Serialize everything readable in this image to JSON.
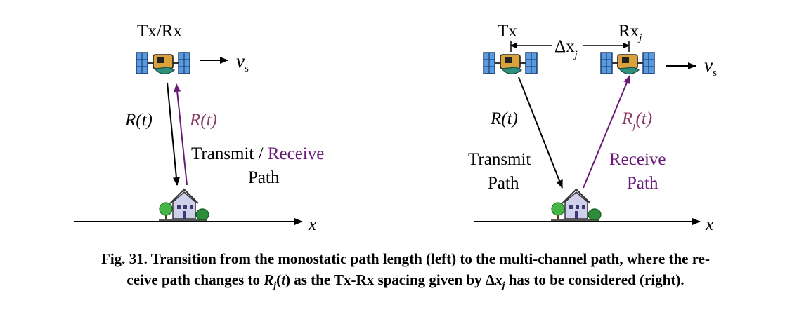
{
  "left_panel": {
    "node_label": "Tx/Rx",
    "velocity_label": "v",
    "velocity_sub": "s",
    "down_path_label": "R(t)",
    "up_path_label": "R(t)",
    "path_label_transmit": "Transmit / ",
    "path_label_receive": "Receive",
    "path_label_line2": "Path",
    "axis_label": "x"
  },
  "right_panel": {
    "tx_label": "Tx",
    "rx_label": "Rx",
    "rx_sub": "j",
    "spacing_label": "Δx",
    "spacing_sub": "j",
    "velocity_label": "v",
    "velocity_sub": "s",
    "transmit_range_label": "R(t)",
    "receive_range_label": "R",
    "receive_range_sub": "j",
    "receive_range_arg": "(t)",
    "transmit_path_line1": "Transmit",
    "transmit_path_line2": "Path",
    "receive_path_line1": "Receive",
    "receive_path_line2": "Path",
    "axis_label": "x"
  },
  "caption": {
    "prefix": "Fig. 31.  Transition from the monostatic path length (left) to the multi-channel path, where the re-",
    "line2_a": "ceive path changes to ",
    "rj": "R",
    "rj_sub": "j",
    "rj_arg": "(",
    "rj_t": "t",
    "rj_close": ")",
    "line2_b": " as the Tx-Rx spacing given by Δ",
    "dx_x": "x",
    "dx_sub": "j",
    "line2_c": " has to be considered (right)."
  },
  "colors": {
    "receive_arrow": "#6a1a78",
    "receive_text": "#6a1a78",
    "range_text_mauve": "#8b3a62",
    "arrow_black": "#000000",
    "satellite_panel": "#4f8fd6",
    "house_wall": "#c9c9e8",
    "tree_green": "#3aa83a"
  }
}
